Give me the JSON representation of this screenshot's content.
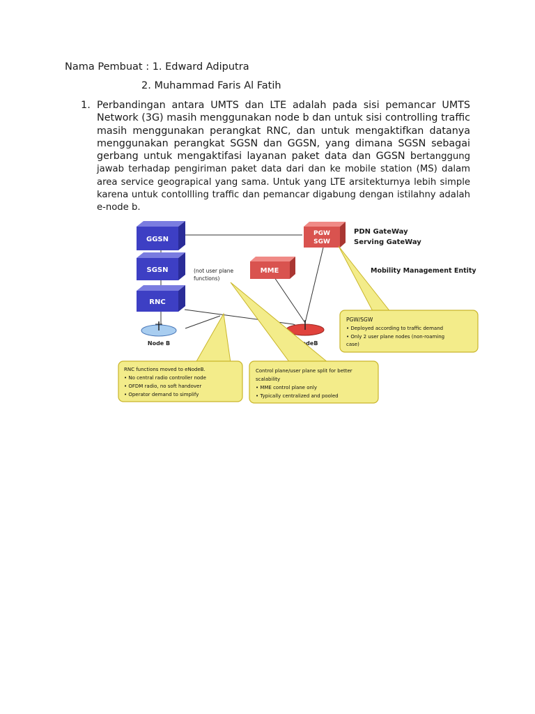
{
  "header": {
    "author_line_1": "Nama Pembuat : 1. Edward Adiputra",
    "author_line_2": "2. Muhammad Faris Al Fatih"
  },
  "list": {
    "number": "1.",
    "paragraph_main": "Perbandingan antara UMTS dan LTE adalah pada sisi pemancar UMTS Network (3G) masih menggunakan node b dan untuk sisi controlling traffic masih menggunakan perangkat RNC, dan untuk mengaktifkan datanya menggunakan perangkat SGSN dan GGSN, yang dimana SGSN sebagai gerbang untuk mengaktifasi layanan paket data dan GGSN b",
    "paragraph_rest": "ertanggung jawab terhadap pengiriman paket data dari dan ke mobile station (MS) dalam area service geograpical yang sama. Untuk yang LTE arsitekturnya lebih simple karena untuk contollling traffic dan pemancar digabung dengan istilahny adalah e-node b."
  },
  "figure": {
    "nodes": {
      "ggsn": "GGSN",
      "sgsn": "SGSN",
      "rnc": "RNC",
      "nodeb": "Node B",
      "pgw": "PGW",
      "sgw": "SGW",
      "mme": "MME",
      "enodeb": "eNodeB"
    },
    "labels": {
      "pdn_gateway": "PDN GateWay",
      "serving_gateway": "Serving GateWay",
      "mme_full": "Mobility Management Entity",
      "not_user_plane_1": "(not user plane",
      "not_user_plane_2": "functions)"
    },
    "callouts": {
      "pgw_sgw": {
        "title": "PGW/SGW",
        "bullets": [
          "• Deployed according to traffic demand",
          "• Only 2 user plane nodes (non-roaming",
          "case)"
        ]
      },
      "rnc": {
        "title": "RNC functions moved to eNodeB.",
        "bullets": [
          "• No central radio controller node",
          "• OFDM radio, no soft handover",
          "• Operator demand to simplify"
        ]
      },
      "control": {
        "title": "Control plane/user plane split for better",
        "title2": "scalability",
        "bullets": [
          "• MME control plane only",
          "• Typically centralized and pooled"
        ]
      }
    },
    "colors": {
      "blue_box": "#3d3fc4",
      "red_box": "#d9534f",
      "callout_fill": "#f3ec8a",
      "callout_border": "#c9b52a",
      "label_red": "#d01f1f"
    }
  }
}
